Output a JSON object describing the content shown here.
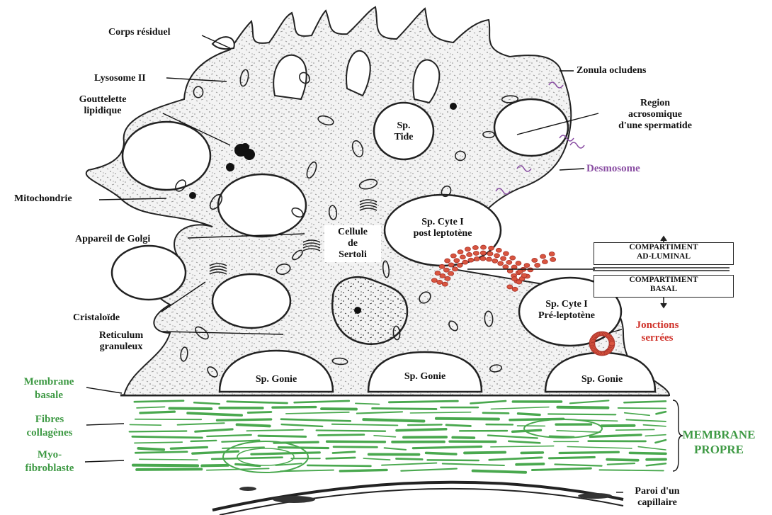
{
  "labels": {
    "corps_residuel": "Corps résiduel",
    "lysosome": "Lysosome II",
    "gouttelette_1": "Gouttelette",
    "gouttelette_2": "lipidique",
    "mitochondrie": "Mitochondrie",
    "golgi": "Appareil de Golgi",
    "cristaloide": "Cristaloïde",
    "reticulum_1": "Reticulum",
    "reticulum_2": "granuleux",
    "zonula": "Zonula ocludens",
    "region_1": "Region",
    "region_2": "acrosomique",
    "region_3": "d'une spermatide",
    "desmosome": "Desmosome",
    "sertoli_1": "Cellule",
    "sertoli_2": "de",
    "sertoli_3": "Sertoli",
    "sp_tide_1": "Sp.",
    "sp_tide_2": "Tide",
    "sp_cyte_post_1": "Sp. Cyte I",
    "sp_cyte_post_2": "post leptotène",
    "sp_cyte_pre_1": "Sp. Cyte I",
    "sp_cyte_pre_2": "Pré-leptotène",
    "sp_gonie": "Sp. Gonie",
    "comp_adluminal_1": "COMPARTIMENT",
    "comp_adluminal_2": "AD-LUMINAL",
    "comp_basal_1": "COMPARTIMENT",
    "comp_basal_2": "BASAL",
    "jonctions_1": "Jonctions",
    "jonctions_2": "serrées",
    "membrane_basale_1": "Membrane",
    "membrane_basale_2": "basale",
    "fibres_1": "Fibres",
    "fibres_2": "collagènes",
    "myo_1": "Myo-",
    "myo_2": "fibroblaste",
    "membrane_propre_1": "MEMBRANE",
    "membrane_propre_2": "PROPRE",
    "paroi_1": "Paroi d'un",
    "paroi_2": "capillaire"
  },
  "colors": {
    "cytoplasm": "#f3f3f3",
    "outline": "#222222",
    "collagen": "#49a84e",
    "tight_junction": "#d9553f",
    "desmosome": "#8a4ea3"
  }
}
